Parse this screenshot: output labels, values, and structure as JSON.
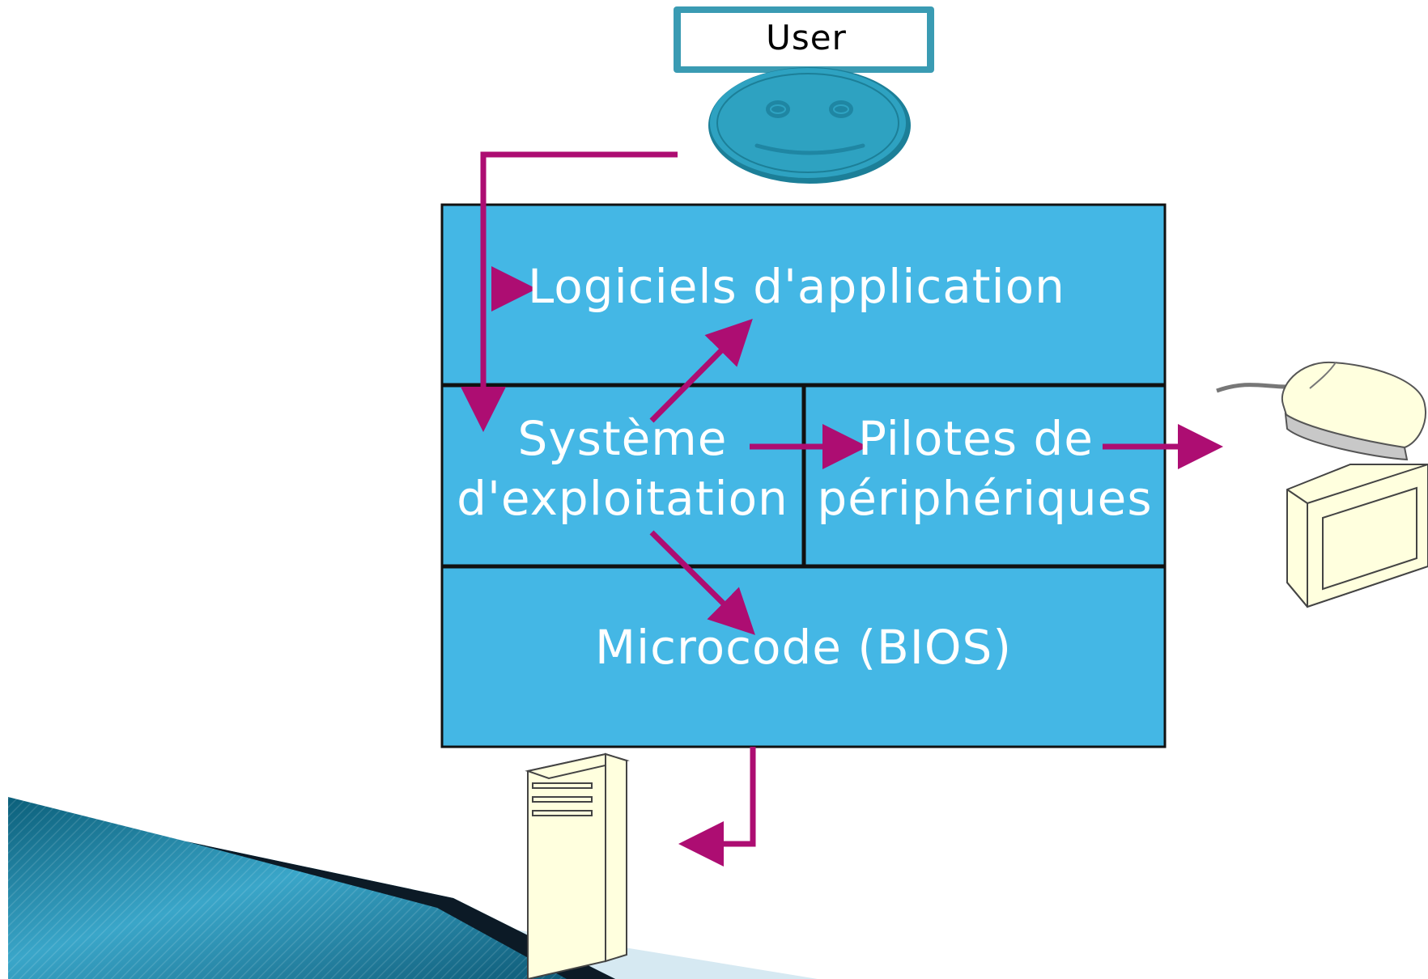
{
  "user": {
    "label": "User"
  },
  "layers": {
    "applications": "Logiciels d'application",
    "os_line1": "Système",
    "os_line2": "d'exploitation",
    "drivers_line1": "Pilotes de",
    "drivers_line2": "périphériques",
    "firmware": "Microcode (BIOS)"
  },
  "colors": {
    "layer_fill": "#44b7e5",
    "arrow": "#ad0d72",
    "user_frame": "#3a9bb3",
    "face": "#2ea2c1",
    "hardware_fill": "#ffffde"
  },
  "icons": {
    "user_face": "smiley-face-icon",
    "mouse": "mouse-icon",
    "monitor": "monitor-icon",
    "tower": "computer-tower-icon"
  }
}
